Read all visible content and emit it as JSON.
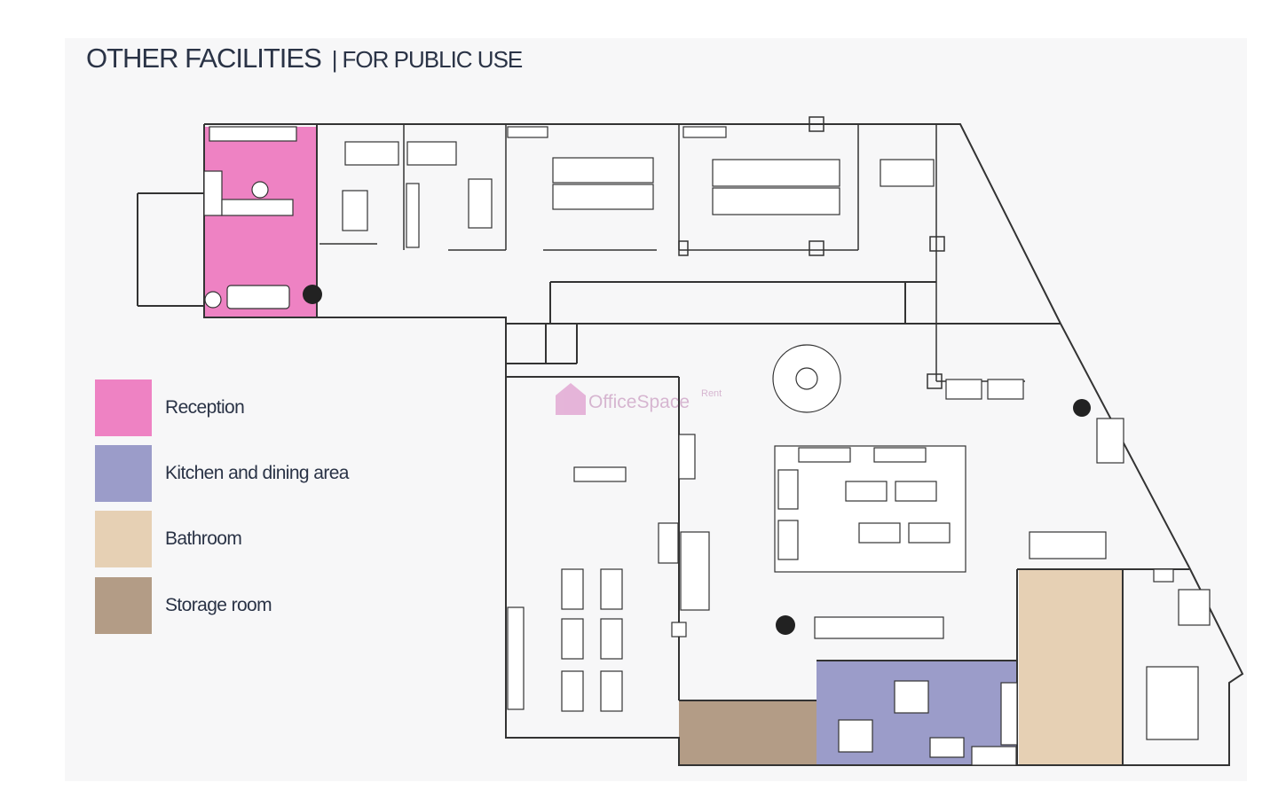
{
  "title": {
    "main": "OTHER FACILITIES",
    "separator": "|",
    "sub": "FOR PUBLIC USE"
  },
  "legend": [
    {
      "label": "Reception",
      "color": "#ee82c3"
    },
    {
      "label": "Kitchen and dining area",
      "color": "#9b9cc9"
    },
    {
      "label": "Bathroom",
      "color": "#e6d0b4"
    },
    {
      "label": "Storage room",
      "color": "#b39c86"
    }
  ],
  "watermark": {
    "brand": "OfficeSpace",
    "suffix": "Rent"
  },
  "colors": {
    "text": "#2a3346",
    "wall": "#333333",
    "background": "#f7f7f8"
  }
}
